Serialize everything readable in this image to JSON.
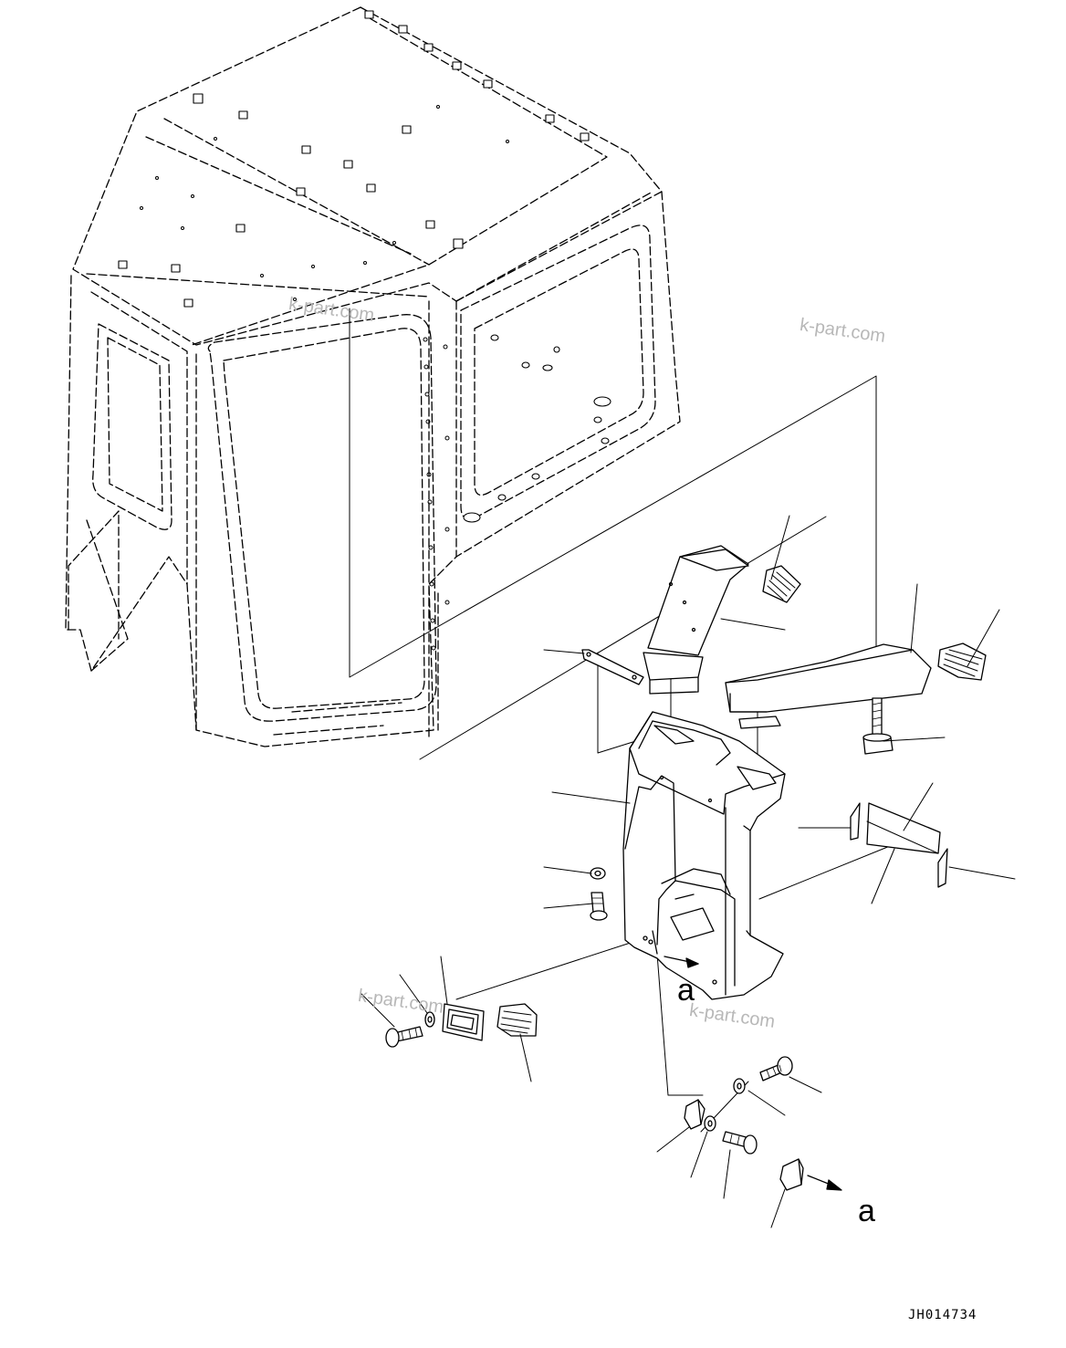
{
  "diagram": {
    "drawing_id": "JH014734",
    "callout_letter": "a",
    "watermark": "k-part.com"
  }
}
